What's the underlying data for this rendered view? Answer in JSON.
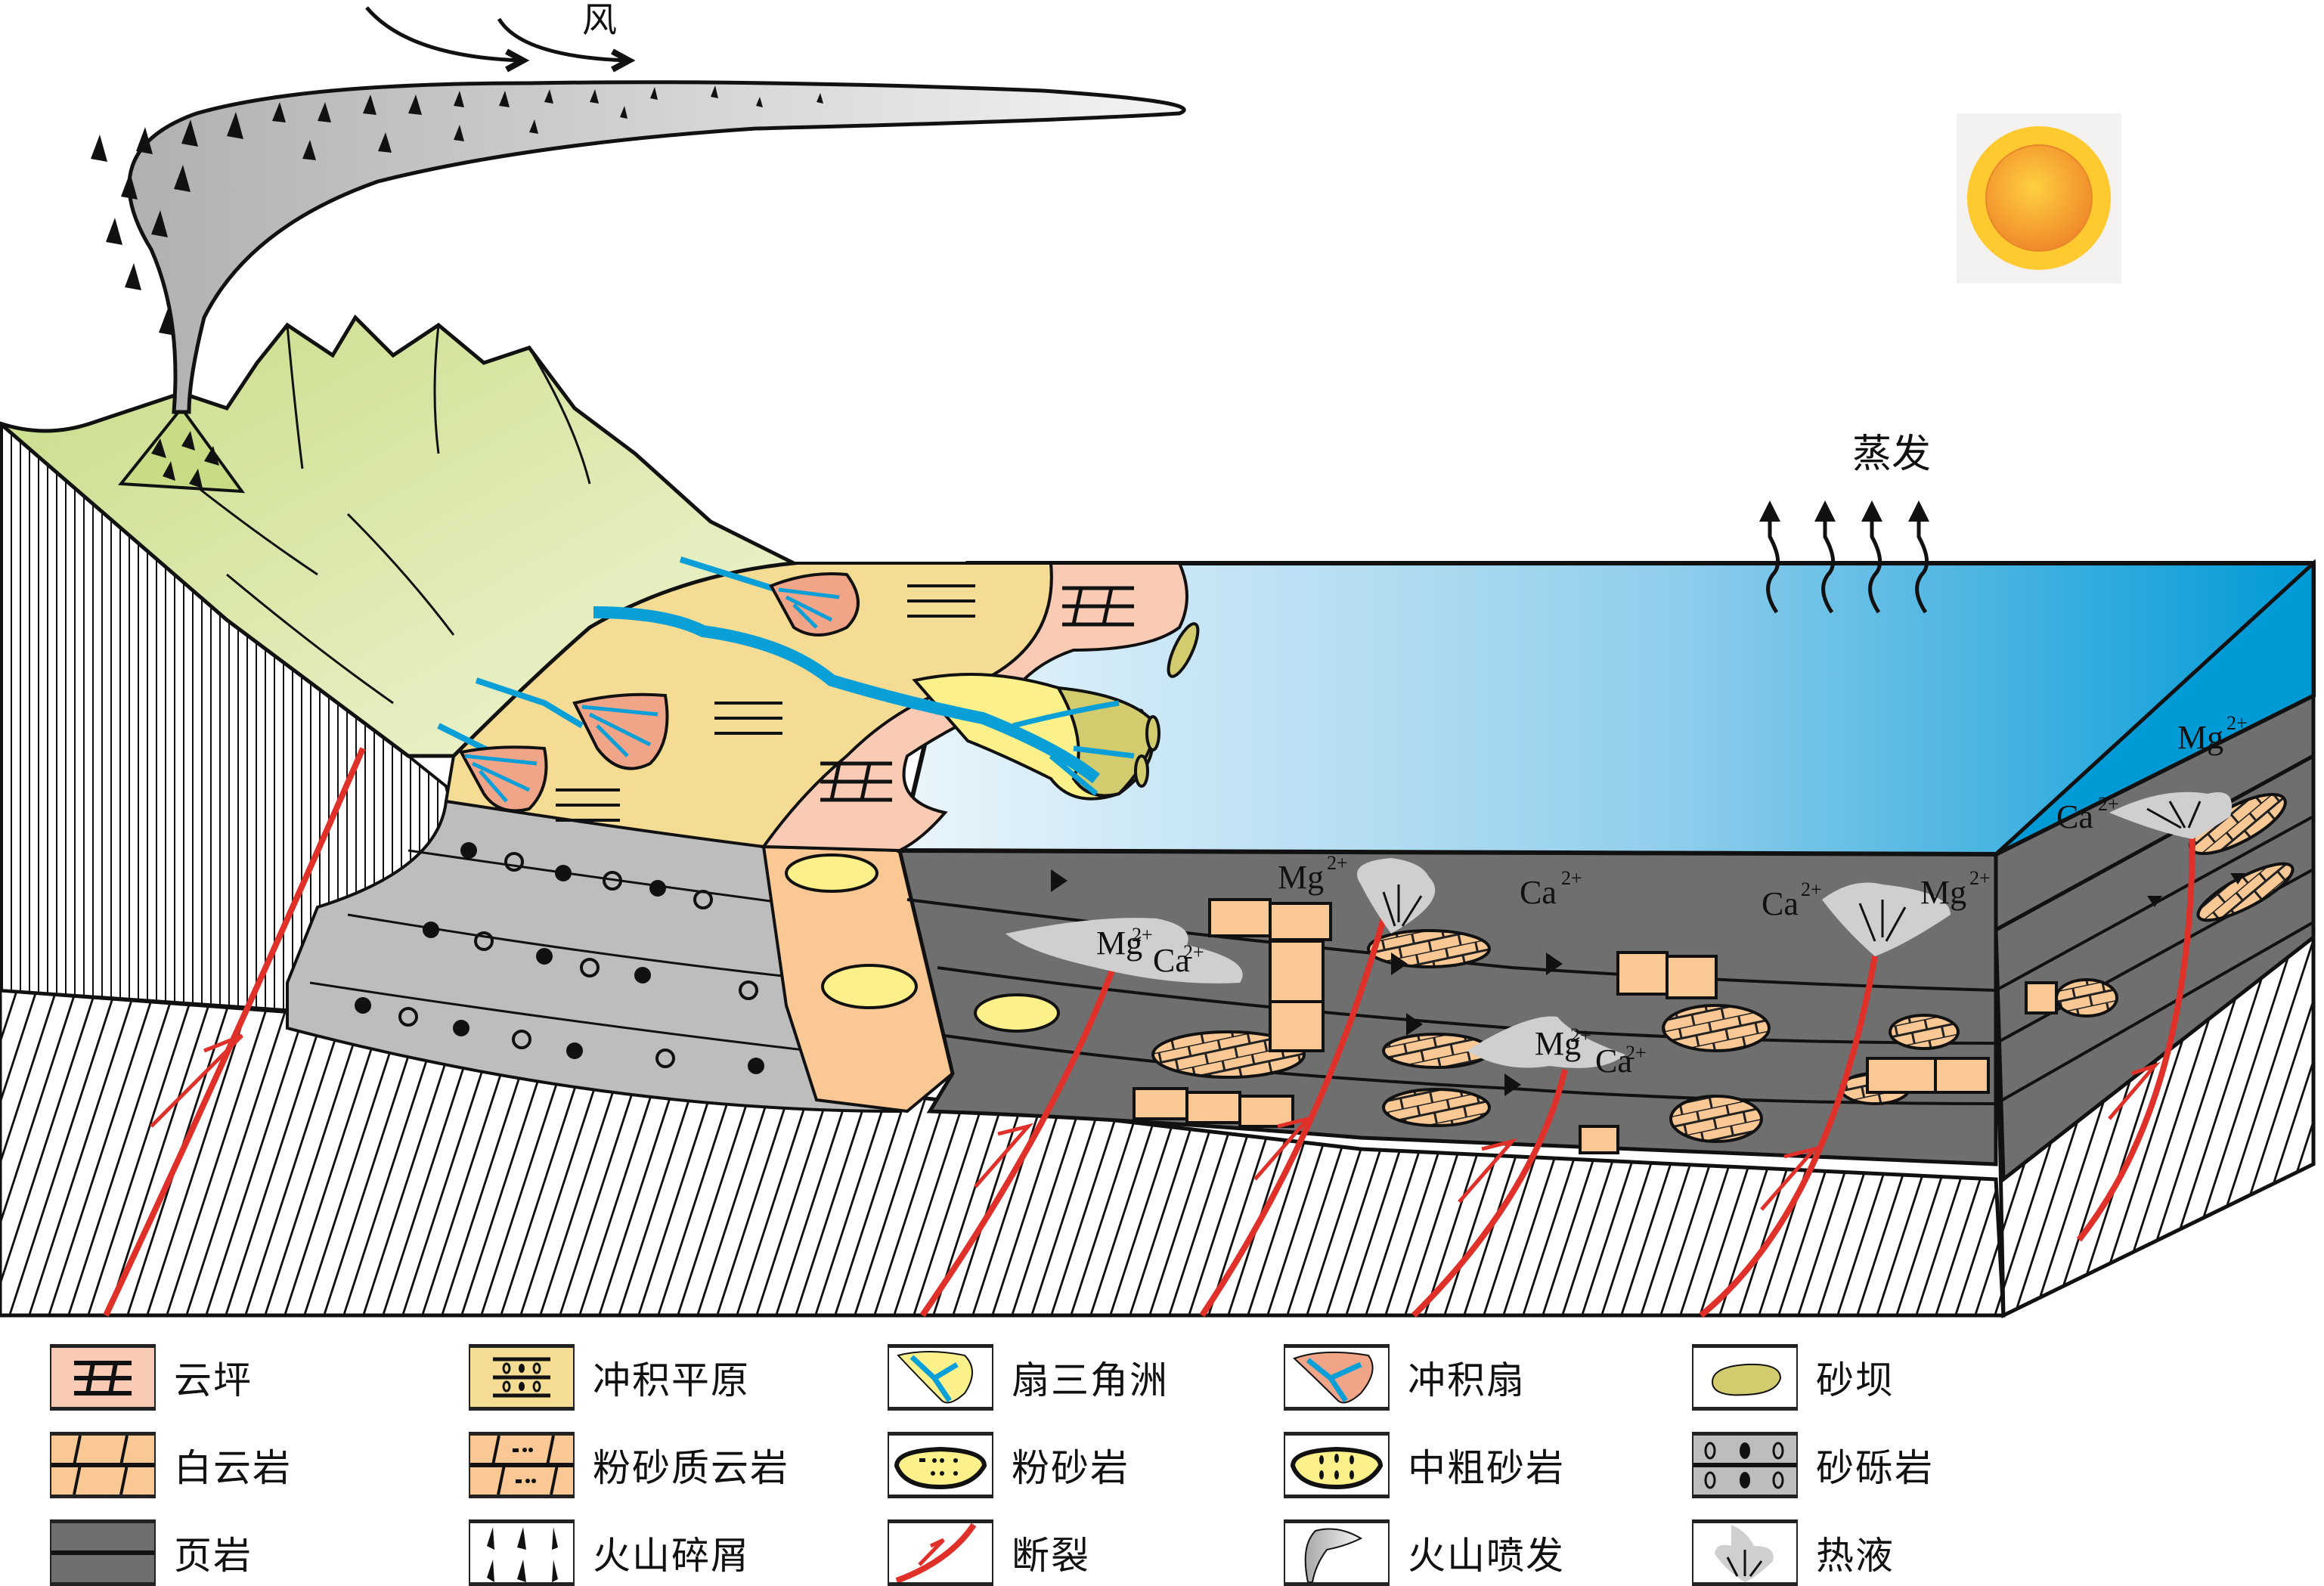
{
  "labels": {
    "wind": "风",
    "evaporation": "蒸发"
  },
  "ions": {
    "mg": "Mg",
    "ca": "Ca",
    "charge": "2+"
  },
  "colors": {
    "mountain": "#d3e39a",
    "alluvial_plain": "#f5dc94",
    "dolomitic_flat": "#f9cbb5",
    "alluvial_fan": "#f0a488",
    "fan_delta": "#fbf08a",
    "sand_bar": "#d2cc6e",
    "dolomite": "#f9c894",
    "shale": "#6f6f6f",
    "gravel": "#bdbdbd",
    "river": "#0b9fd8",
    "fault": "#e0302a",
    "water_light": "#dceef8",
    "water_dark": "#009ad6",
    "hydrothermal": "#cfcfcf",
    "volcanic_plume": "#b9b9b9"
  },
  "legend": [
    {
      "id": "dolomitic-flat",
      "label": "云坪"
    },
    {
      "id": "alluvial-plain",
      "label": "冲积平原"
    },
    {
      "id": "fan-delta",
      "label": "扇三角洲"
    },
    {
      "id": "alluvial-fan",
      "label": "冲积扇"
    },
    {
      "id": "sand-bar",
      "label": "砂坝"
    },
    {
      "id": "dolomite",
      "label": "白云岩"
    },
    {
      "id": "silty-dolomite",
      "label": "粉砂质云岩"
    },
    {
      "id": "siltstone",
      "label": "粉砂岩"
    },
    {
      "id": "medium-coarse-sandstone",
      "label": "中粗砂岩"
    },
    {
      "id": "glutenite",
      "label": "砂砾岩"
    },
    {
      "id": "shale",
      "label": "页岩"
    },
    {
      "id": "volcanic-debris",
      "label": "火山碎屑"
    },
    {
      "id": "fault",
      "label": "断裂"
    },
    {
      "id": "volcanic-eruption",
      "label": "火山喷发"
    },
    {
      "id": "hydrothermal-fluid",
      "label": "热液"
    }
  ]
}
